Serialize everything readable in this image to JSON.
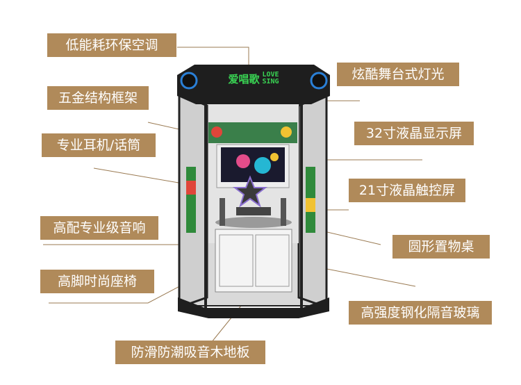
{
  "labels": {
    "ac": "低能耗环保空调",
    "frame": "五金结构框架",
    "headset": "专业耳机/话筒",
    "audio": "高配专业级音响",
    "stool": "高脚时尚座椅",
    "floor": "防滑防潮吸音木地板",
    "lights": "炫酷舞台式灯光",
    "lcd32": "32寸液晶显示屏",
    "lcd21": "21寸液晶触控屏",
    "table": "圆形置物桌",
    "glass": "高强度钢化隔音玻璃"
  },
  "booth": {
    "logo_cn": "爱唱歌",
    "logo_en_1": "LOVE",
    "logo_en_2": "SING"
  },
  "colors": {
    "label_bg": "#b08a5a",
    "booth_dark": "#1e1e1e",
    "logo_green": "#39d353",
    "speaker_blue": "#2a7fd6"
  }
}
